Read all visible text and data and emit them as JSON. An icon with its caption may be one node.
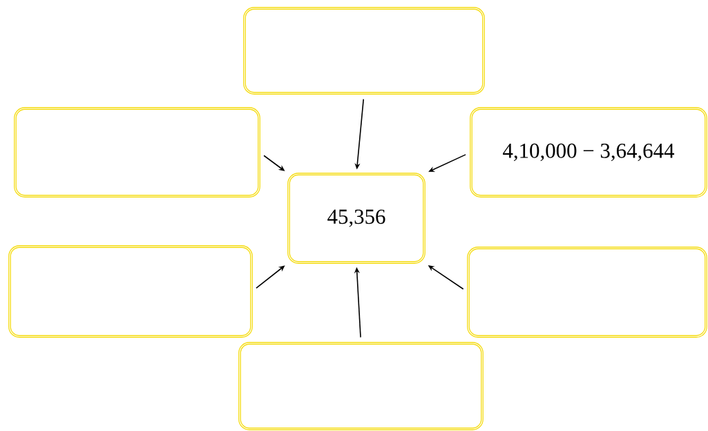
{
  "diagram": {
    "nodes": [
      {
        "text": [],
        "shape": "box"
      },
      {
        "text": [],
        "shape": "box"
      },
      {
        "text": [
          "4,10,000 − 3,64,644"
        ]
      },
      {
        "text": [
          "45,356"
        ]
      },
      {
        "text": [],
        "shape": "box"
      },
      {
        "text": [],
        "shape": "box"
      },
      {
        "text": [],
        "shape": "box"
      }
    ],
    "edges": [
      {
        "from": 0,
        "to": 3,
        "arrow": "to"
      },
      {
        "from": 1,
        "to": 3,
        "arrow": "to"
      },
      {
        "from": 2,
        "to": 3,
        "arrow": "to"
      },
      {
        "from": 4,
        "to": 3,
        "arrow": "to"
      },
      {
        "from": 5,
        "to": 3,
        "arrow": "to"
      },
      {
        "from": 6,
        "to": 3,
        "arrow": "to"
      }
    ]
  }
}
